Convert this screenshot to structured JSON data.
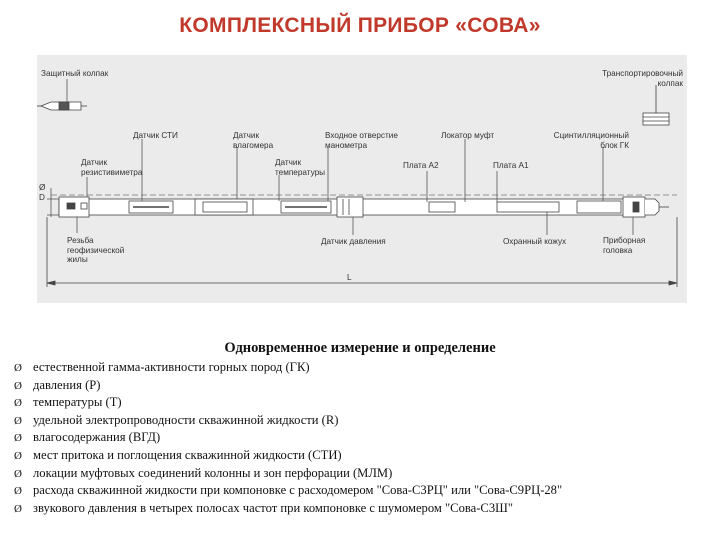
{
  "title": "КОМПЛЕКСНЫЙ ПРИБОР «СОВА»",
  "diagram": {
    "labels": {
      "protective_cap": "Защитный колпак",
      "transport_cap": "Транспортировочный колпак",
      "gk_sti": "Датчик СТИ",
      "moisture_sensor": "Датчик влагомера",
      "manometer_port": "Входное отверстие манометра",
      "collar_locator": "Локатор муфт",
      "scint_block": "Сцинтилляционный блок ГК",
      "resistivity_sensor": "Датчик резистивиметра",
      "temperature_sensor": "Датчик температуры",
      "board_a2": "Плата А2",
      "board_a1": "Плата А1",
      "d_mark": "Ø D",
      "cable_thread": "Резьба геофизической жилы",
      "pressure_sensor": "Датчик давления",
      "protective_casing": "Охранный кожух",
      "cable_head": "Приборная головка",
      "length_mark": "L"
    }
  },
  "heading": "Одновременное измерение и определение",
  "bullet_glyph": "Ø",
  "items": [
    "естественной гамма-активности горных пород (ГК)",
    "давления (Р)",
    "температуры (Т)",
    "удельной электропроводности скважинной жидкости (R)",
    "влагосодержания (ВГД)",
    "мест притока и поглощения скважинной жидкости (СТИ)",
    "локации муфтовых соединений колонны и зон перфорации (МЛМ)",
    "расхода скважинной жидкости при компоновке с расходомером \"Сова-С3РЦ\" или \"Сова-С9РЦ-28\"",
    "звукового давления в четырех полосах частот при компоновке с шумомером \"Сова-С3Ш\""
  ]
}
